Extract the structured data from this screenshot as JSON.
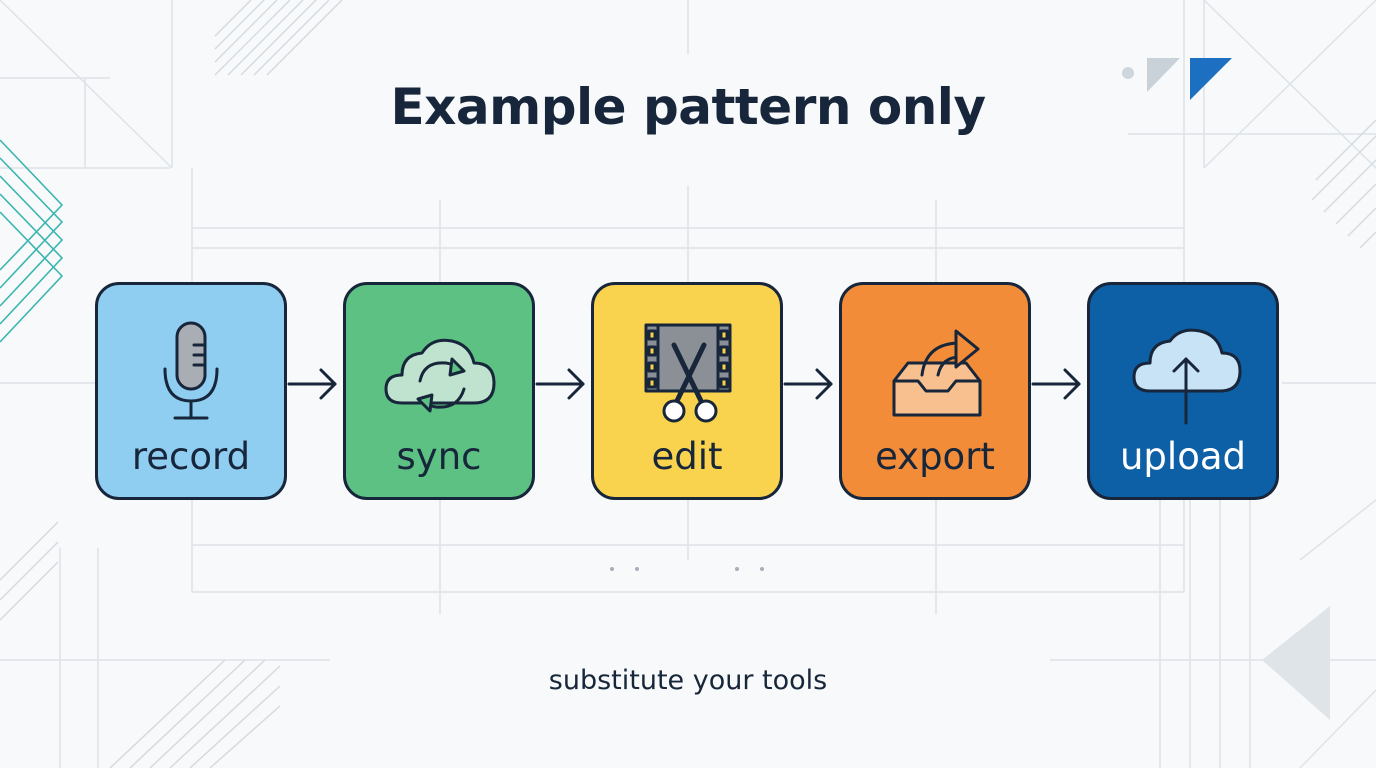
{
  "title": "Example pattern only",
  "subtitle": "substitute your tools",
  "steps": [
    {
      "label": "record",
      "icon": "microphone-icon",
      "color": "#8fcdf1"
    },
    {
      "label": "sync",
      "icon": "cloud-sync-icon",
      "color": "#5dc183"
    },
    {
      "label": "edit",
      "icon": "film-scissors-icon",
      "color": "#fad34e"
    },
    {
      "label": "export",
      "icon": "tray-export-icon",
      "color": "#f28c38"
    },
    {
      "label": "upload",
      "icon": "cloud-upload-icon",
      "color": "#0e60a6"
    }
  ],
  "colors": {
    "ink": "#17263a",
    "background": "#f7f9fa",
    "accent": "#1d6fc2"
  }
}
